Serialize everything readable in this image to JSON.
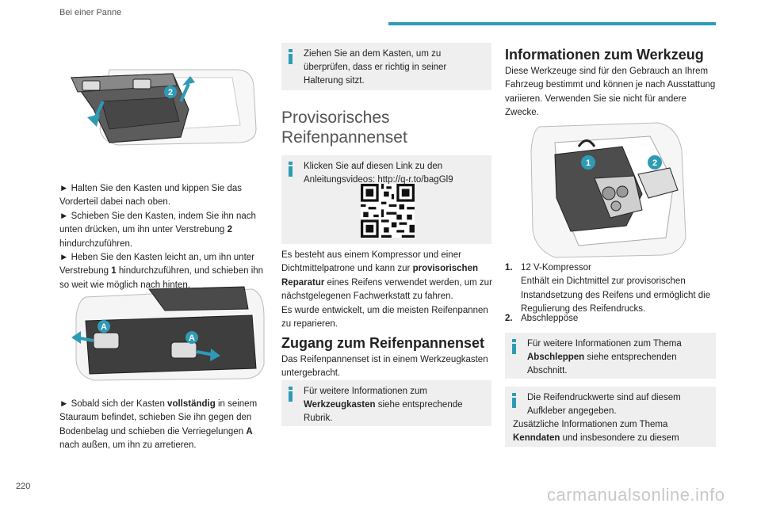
{
  "header": {
    "title": "Bei einer Panne"
  },
  "page_number": "220",
  "watermark": "carmanualsonline.info",
  "col1": {
    "steps_1": [
      "► Halten Sie den Kasten und kippen Sie das Vorderteil dabei nach oben.",
      "► Schieben Sie den Kasten, indem Sie ihn nach unten drücken, um ihn unter Verstrebung ",
      "2",
      " hindurchzuführen.",
      "► Heben Sie den Kasten leicht an, um ihn unter Verstrebung ",
      "1",
      " hindurchzuführen, und schieben ihn so weit wie möglich nach hinten."
    ],
    "steps_2": [
      "► Sobald sich der Kasten ",
      "vollständig",
      " in seinem Stauraum befindet, schieben Sie ihn gegen den Bodenbelag und schieben die Verriegelungen ",
      "A",
      " nach außen, um ihn zu arretieren."
    ],
    "fig1_label": "2",
    "fig2_label_a": "A"
  },
  "col2": {
    "box1": "Ziehen Sie an dem Kasten, um zu überprüfen, dass er richtig in seiner Halterung sitzt.",
    "section_title_1": "Provisorisches",
    "section_title_2": "Reifenpannenset",
    "box2": "Klicken Sie auf diesen Link zu den Anleitungsvideos: http://q-r.to/bagGl9",
    "para1": [
      "Es besteht aus einem Kompressor und einer Dichtmittelpatrone und kann zur ",
      "provisorischen Reparatur",
      " eines Reifens verwendet werden, um zur nächstgelegenen Fachwerkstatt zu fahren."
    ],
    "para2": "Es wurde entwickelt, um die meisten Reifenpannen zu reparieren.",
    "sub_title": "Zugang zum Reifenpannenset",
    "para3": "Das Reifenpannenset ist in einem Werkzeugkasten untergebracht.",
    "box3": [
      "Für weitere Informationen zum ",
      "Werkzeugkasten",
      " siehe entsprechende Rubrik."
    ]
  },
  "col3": {
    "sub_title": "Informationen zum Werkzeug",
    "para1": "Diese Werkzeuge sind für den Gebrauch an Ihrem Fahrzeug bestimmt und können je nach Ausstattung variieren. Verwenden Sie sie nicht für andere Zwecke.",
    "fig_label_1": "1",
    "fig_label_2": "2",
    "item1_num": "1.",
    "item1_title": "12 V-Kompressor",
    "item1_desc": "Enthält ein Dichtmittel zur provisorischen Instandsetzung des Reifens und ermöglicht die Regulierung des Reifendrucks.",
    "item2_num": "2.",
    "item2_title": "Abschleppöse",
    "box1": [
      "Für weitere Informationen zum Thema ",
      "Abschleppen",
      " siehe entsprechenden Abschnitt."
    ],
    "box2_line1": "Die Reifendruckwerte sind auf diesem Aufkleber angegeben.",
    "box2_line2": [
      "Zusätzliche Informationen zum Thema ",
      "Kenndaten",
      " und insbesondere zu diesem"
    ]
  },
  "colors": {
    "accent": "#2e9bb5",
    "box_bg": "#efefef",
    "label_blue": "#2e9bb5"
  }
}
